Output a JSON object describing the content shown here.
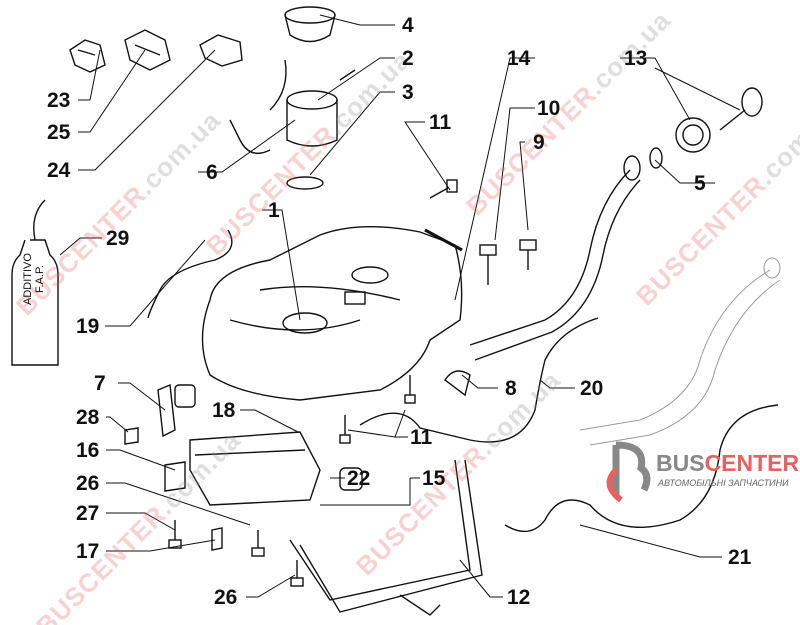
{
  "labels": [
    "4",
    "2",
    "3",
    "14",
    "13",
    "10",
    "11",
    "9",
    "6",
    "5",
    "23",
    "25",
    "24",
    "1",
    "29",
    "19",
    "7",
    "8",
    "20",
    "18",
    "11",
    "28",
    "16",
    "22",
    "15",
    "26",
    "27",
    "17",
    "21",
    "26",
    "12"
  ],
  "bottle_text": [
    "ADDITIVO",
    "F.A.P."
  ],
  "watermark": {
    "brand": "BUSCENTER",
    "domain": ".com.ua"
  },
  "logo": {
    "bus": "BUS",
    "center": "CENTER",
    "subtitle": "АВТОМОБІЛЬНІ ЗАПЧАСТИНИ"
  }
}
